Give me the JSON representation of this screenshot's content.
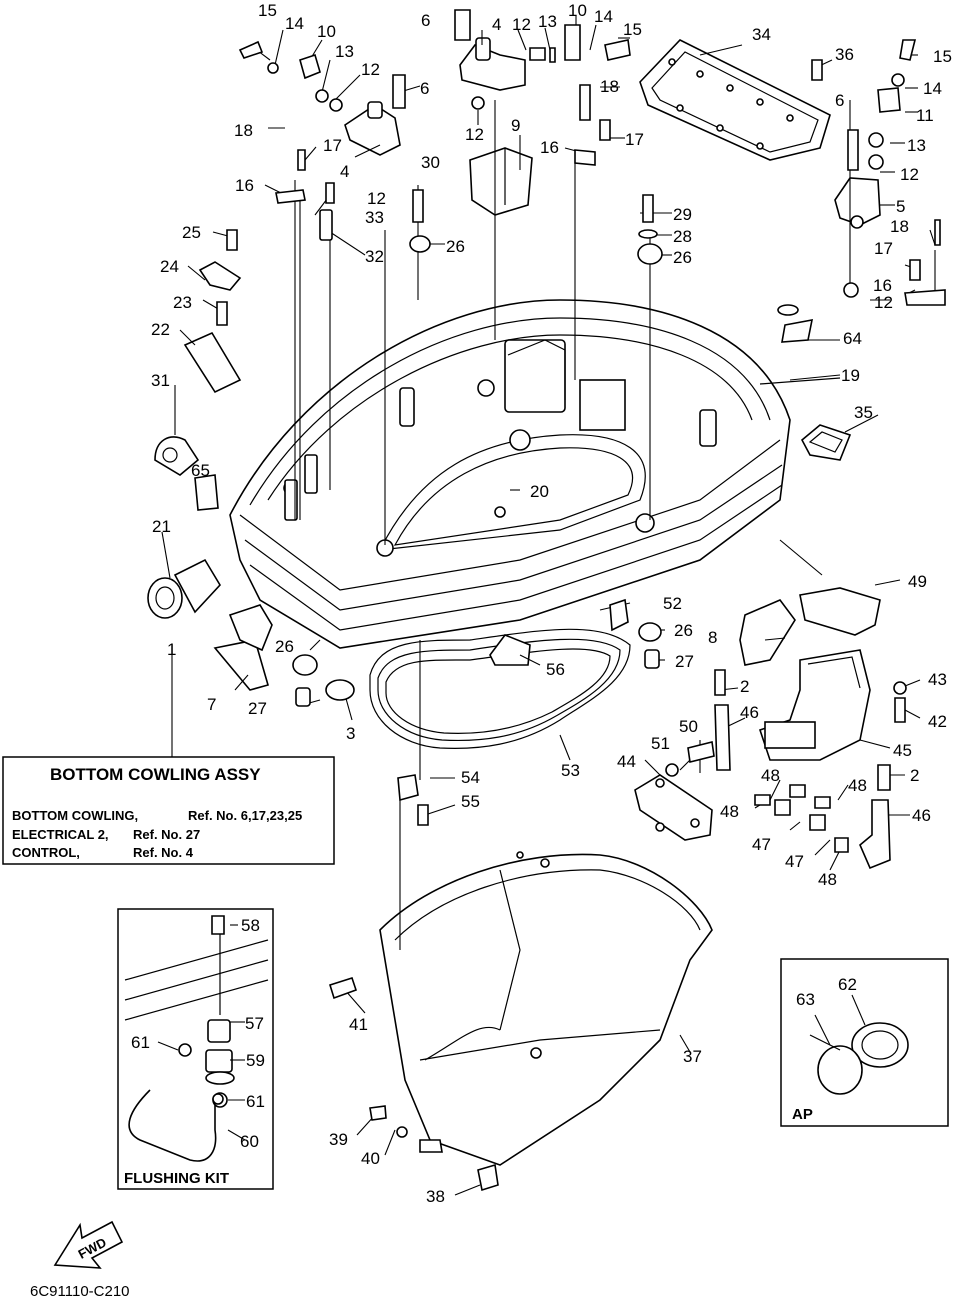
{
  "callouts": {
    "n1": "1",
    "n2": "2",
    "n3": "3",
    "n4": "4",
    "n5": "5",
    "n6": "6",
    "n7": "7",
    "n8": "8",
    "n9": "9",
    "n10": "10",
    "n11": "11",
    "n12": "12",
    "n13": "13",
    "n14": "14",
    "n15": "15",
    "n16": "16",
    "n17": "17",
    "n18": "18",
    "n19": "19",
    "n20": "20",
    "n21": "21",
    "n22": "22",
    "n23": "23",
    "n24": "24",
    "n25": "25",
    "n26": "26",
    "n27": "27",
    "n28": "28",
    "n29": "29",
    "n30": "30",
    "n31": "31",
    "n32": "32",
    "n33": "33",
    "n34": "34",
    "n35": "35",
    "n36": "36",
    "n37": "37",
    "n38": "38",
    "n39": "39",
    "n40": "40",
    "n41": "41",
    "n42": "42",
    "n43": "43",
    "n44": "44",
    "n45": "45",
    "n46": "46",
    "n47": "47",
    "n48": "48",
    "n49": "49",
    "n50": "50",
    "n51": "51",
    "n52": "52",
    "n53": "53",
    "n54": "54",
    "n55": "55",
    "n56": "56",
    "n57": "57",
    "n58": "58",
    "n59": "59",
    "n60": "60",
    "n61": "61",
    "n62": "62",
    "n63": "63",
    "n64": "64",
    "n65": "65"
  },
  "assy_box": {
    "title": "BOTTOM COWLING ASSY",
    "rows": [
      {
        "label": "BOTTOM COWLING,",
        "ref": "Ref. No. 6,17,23,25"
      },
      {
        "label": "ELECTRICAL 2,",
        "ref": "Ref. No. 27"
      },
      {
        "label": "CONTROL,",
        "ref": "Ref. No. 4"
      }
    ]
  },
  "flushing_kit": {
    "label": "FLUSHING KIT"
  },
  "ap_box": {
    "label": "AP"
  },
  "fwd_arrow": {
    "label": "FWD"
  },
  "diagram_code": "6C91110-C210"
}
